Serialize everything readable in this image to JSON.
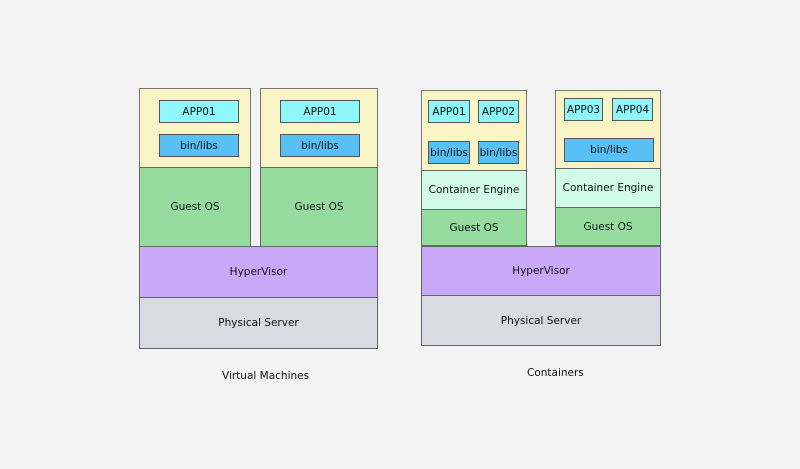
{
  "vm": {
    "caption": "Virtual Machines",
    "vm1": {
      "app": "APP01",
      "libs": "bin/libs",
      "guest_os": "Guest OS"
    },
    "vm2": {
      "app": "APP01",
      "libs": "bin/libs",
      "guest_os": "Guest OS"
    },
    "hypervisor": "HyperVisor",
    "physical_server": "Physical Server"
  },
  "containers": {
    "caption": "Containers",
    "group1": {
      "app1": "APP01",
      "app2": "APP02",
      "libs1": "bin/libs",
      "libs2": "bin/libs",
      "engine": "Container Engine",
      "guest_os": "Guest OS"
    },
    "group2": {
      "app1": "APP03",
      "app2": "APP04",
      "libs": "bin/libs",
      "engine": "Container Engine",
      "guest_os": "Guest OS"
    },
    "hypervisor": "HyperVisor",
    "physical_server": "Physical Server"
  }
}
